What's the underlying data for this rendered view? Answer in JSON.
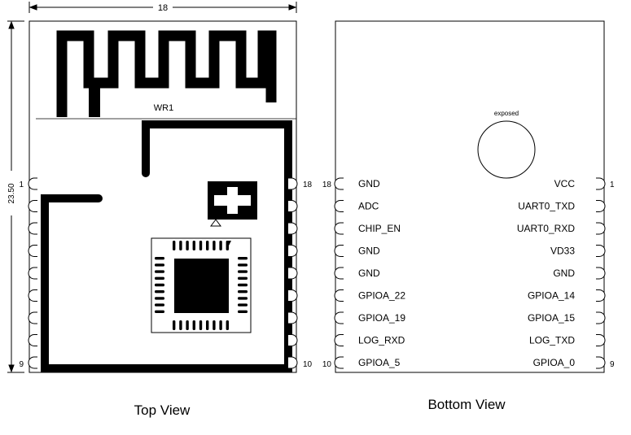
{
  "dimensions": {
    "width_label": "18",
    "height_label": "23.50"
  },
  "top_view": {
    "caption": "Top View",
    "antenna_label": "WR1",
    "left_pins": {
      "first": "1",
      "last": "9"
    },
    "right_pins": {
      "first": "18",
      "last": "10"
    }
  },
  "bottom_view": {
    "caption": "Bottom View",
    "pad_label": "exposed",
    "left_pins": {
      "first": "18",
      "last": "10"
    },
    "right_pins": {
      "first": "1",
      "last": "9"
    },
    "left_labels": [
      "GND",
      "ADC",
      "CHIP_EN",
      "GND",
      "GND",
      "GPIOA_22",
      "GPIOA_19",
      "LOG_RXD",
      "GPIOA_5"
    ],
    "right_labels": [
      "VCC",
      "UART0_TXD",
      "UART0_RXD",
      "VD33",
      "GND",
      "GPIOA_14",
      "GPIOA_15",
      "LOG_TXD",
      "GPIOA_0"
    ]
  },
  "colors": {
    "line": "#000000",
    "background": "#ffffff"
  }
}
